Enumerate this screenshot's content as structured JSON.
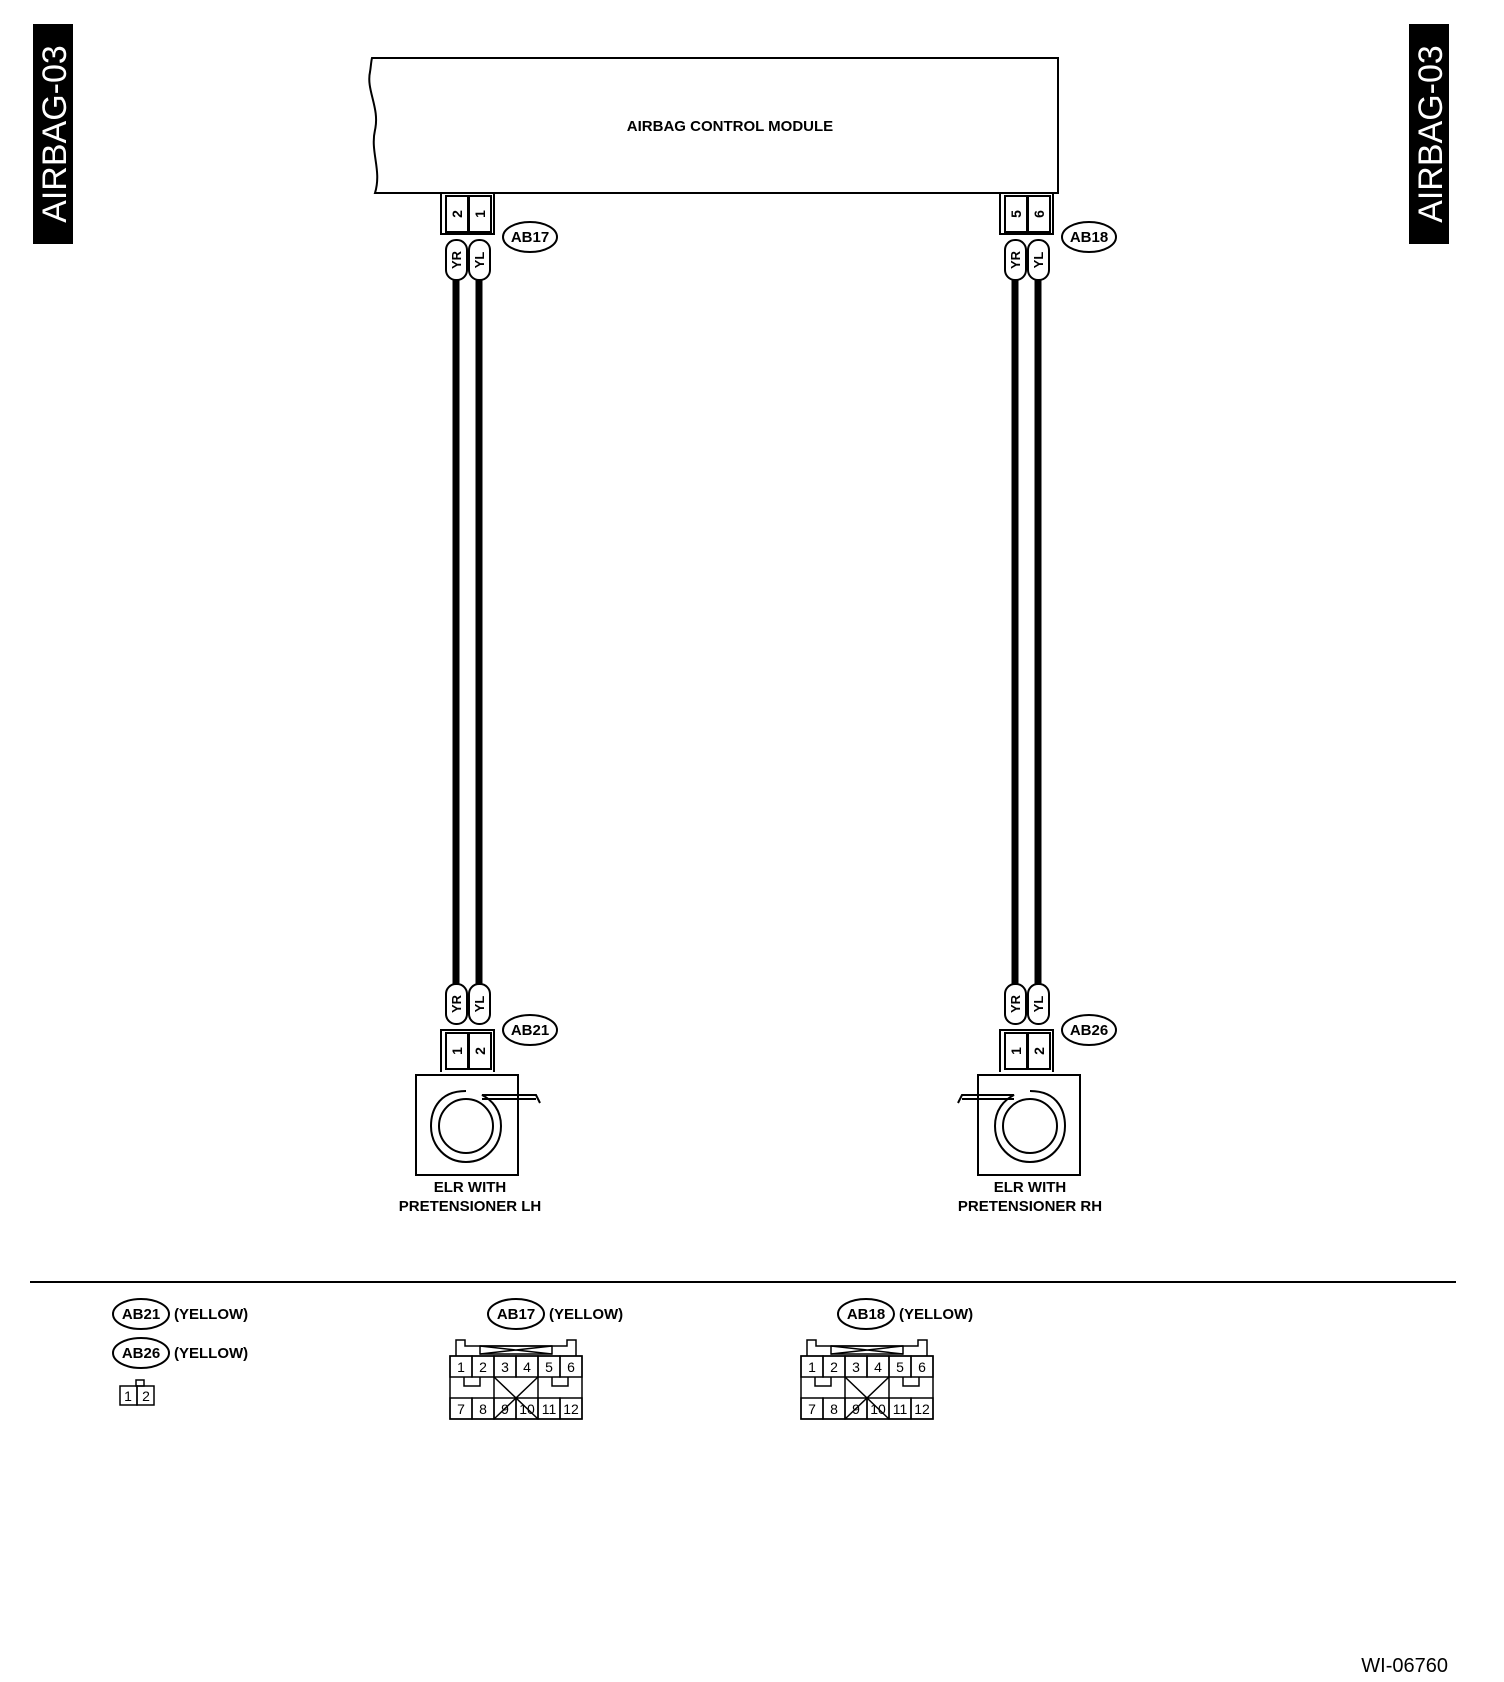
{
  "page_tags": {
    "left": "AIRBAG-03",
    "right": "AIRBAG-03"
  },
  "module": {
    "label": "AIRBAG CONTROL MODULE"
  },
  "connectors_top": [
    {
      "code": "AB17",
      "pins": [
        "2",
        "1"
      ],
      "wires": [
        "YR",
        "YL"
      ]
    },
    {
      "code": "AB18",
      "pins": [
        "5",
        "6"
      ],
      "wires": [
        "YR",
        "YL"
      ]
    }
  ],
  "connectors_bottom": [
    {
      "code": "AB21",
      "pins": [
        "1",
        "2"
      ],
      "wires": [
        "YR",
        "YL"
      ]
    },
    {
      "code": "AB26",
      "pins": [
        "1",
        "2"
      ],
      "wires": [
        "YR",
        "YL"
      ]
    }
  ],
  "components": [
    {
      "line1": "ELR WITH",
      "line2": "PRETENSIONER LH"
    },
    {
      "line1": "ELR WITH",
      "line2": "PRETENSIONER RH"
    }
  ],
  "legend": {
    "ab21": {
      "code": "AB21",
      "color": "(YELLOW)"
    },
    "ab26": {
      "code": "AB26",
      "color": "(YELLOW)"
    },
    "two_pin": [
      "1",
      "2"
    ],
    "ab17": {
      "code": "AB17",
      "color": "(YELLOW)"
    },
    "ab18": {
      "code": "AB18",
      "color": "(YELLOW)"
    },
    "grid_top": [
      "1",
      "2",
      "3",
      "4",
      "5",
      "6"
    ],
    "grid_bottom": [
      "7",
      "8",
      "9",
      "10",
      "11",
      "12"
    ]
  },
  "figure_ref": "WI-06760"
}
